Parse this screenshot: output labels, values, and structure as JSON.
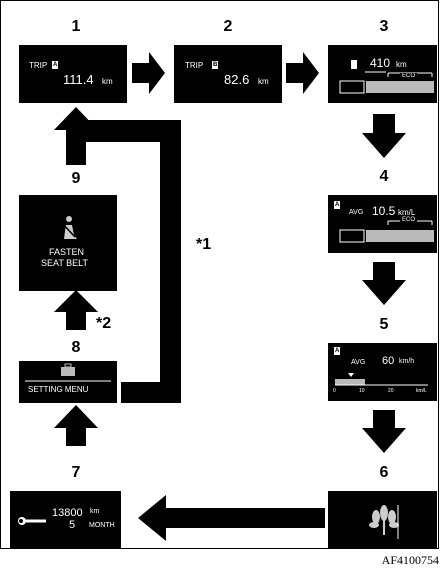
{
  "step_numbers": [
    "1",
    "2",
    "3",
    "4",
    "5",
    "6",
    "7",
    "8",
    "9"
  ],
  "screens": {
    "trip_a": {
      "label": "TRIP",
      "tag": "A",
      "value": "111.4",
      "unit": "km"
    },
    "trip_b": {
      "label": "TRIP",
      "tag": "B",
      "value": "82.6",
      "unit": "km"
    },
    "range": {
      "value": "410",
      "unit": "km",
      "eco": "ECO"
    },
    "avg_consumption": {
      "tag": "A",
      "label": "AVG",
      "value": "10.5",
      "unit": "km/L",
      "eco": "ECO"
    },
    "avg_speed": {
      "tag": "A",
      "label": "AVG",
      "value": "60",
      "unit": "km/h",
      "scale": [
        "0",
        "10",
        "20",
        "km/L"
      ]
    },
    "eco_leaf": {},
    "service": {
      "distance": "13800",
      "distance_unit": "km",
      "months": "5",
      "months_unit": "MONTH"
    },
    "setting_menu": {
      "label": "SETTING MENU"
    },
    "seat_belt": {
      "line1": "FASTEN",
      "line2": "SEAT BELT"
    }
  },
  "notes": {
    "note1": "*1",
    "note2": "*2"
  },
  "figure_id": "AF4100754",
  "colors": {
    "screen": "#000000",
    "arrow": "#000000",
    "text": "#ffffff"
  }
}
